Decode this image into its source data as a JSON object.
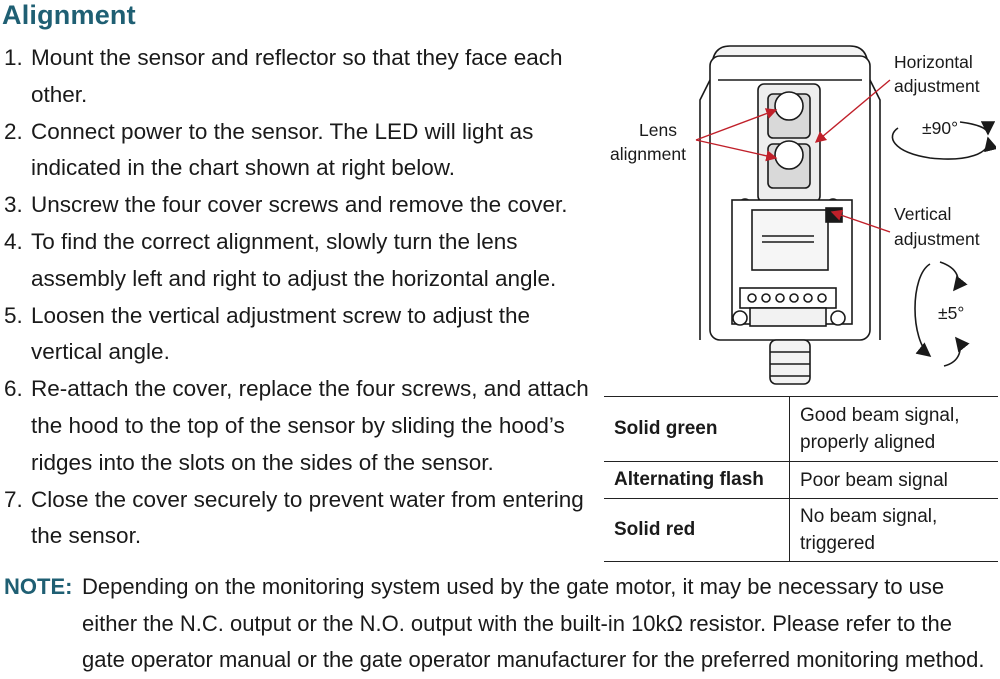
{
  "heading": "Alignment",
  "steps": [
    {
      "num": "1.",
      "text": "Mount the sensor and reflector so that they face each other."
    },
    {
      "num": "2.",
      "text": "Connect power to the sensor. The LED will light as indicated in the chart shown at right below."
    },
    {
      "num": "3.",
      "text": "Unscrew the four cover screws and remove the cover."
    },
    {
      "num": "4.",
      "text": "To find the correct alignment, slowly turn the lens assembly left and right to adjust the horizontal angle."
    },
    {
      "num": "5.",
      "text": "Loosen the vertical adjustment screw to adjust the vertical angle."
    },
    {
      "num": "6.",
      "text": "Re-attach the cover, replace the four screws, and attach the hood to the top of the sensor by sliding the hood’s ridges into the slots on the sides of the sensor."
    },
    {
      "num": "7.",
      "text": "Close the cover securely to prevent water from entering the sensor."
    }
  ],
  "diagram": {
    "lens_label": [
      "Lens",
      "alignment"
    ],
    "horizontal_label": [
      "Horizontal",
      "adjustment"
    ],
    "horizontal_angle": "±90°",
    "vertical_label": [
      "Vertical",
      "adjustment"
    ],
    "vertical_angle": "±5°"
  },
  "led_table": [
    {
      "state": "Solid green",
      "meaning": [
        "Good beam signal,",
        "properly aligned"
      ]
    },
    {
      "state": "Alternating flash",
      "meaning": [
        "Poor beam signal"
      ]
    },
    {
      "state": "Solid red",
      "meaning": [
        "No beam signal,",
        "triggered"
      ]
    }
  ],
  "note": {
    "label": "NOTE:",
    "text": "Depending on the monitoring system used by the gate motor, it may be necessary to use either the N.C. output or the N.O. output with the built-in 10kΩ resistor. Please refer to the gate operator manual or the gate operator manufacturer for the preferred monitoring method."
  },
  "colors": {
    "heading": "#1f5f73",
    "arrow": "#c0202a"
  }
}
